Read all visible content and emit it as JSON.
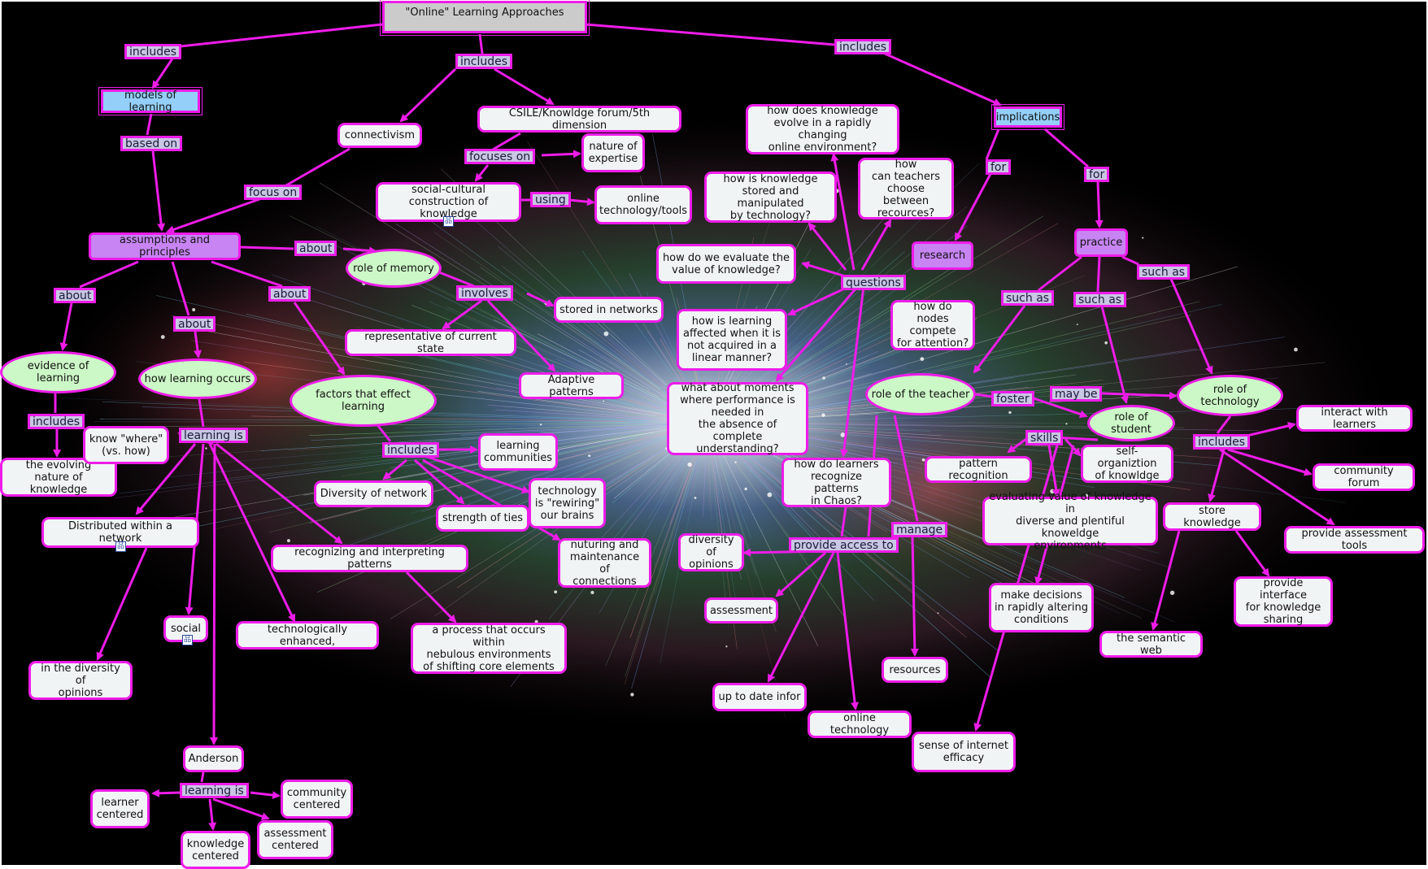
{
  "title": "\"Online\" Learning Approaches",
  "colors": {
    "accent": "#ee1ce9",
    "concept": "#f1f4f5",
    "ellipse": "#ccf7c6",
    "purple": "#c784f2",
    "blue": "#93cff8",
    "link_label": "#c9c7e3"
  },
  "icon_names": [
    "hierarchy-icon"
  ],
  "links": {
    "includes": "includes",
    "based_on": "based on",
    "focus_on": "focus on",
    "focuses_on": "focuses on",
    "using": "using",
    "about": "about",
    "involves": "involves",
    "learning_is": "learning is",
    "questions": "questions",
    "for": "for",
    "such_as": "such as",
    "foster": "foster",
    "may_be": "may be",
    "skills": "skills",
    "manage": "manage",
    "provide_access_to": "provide access to"
  },
  "nodes": {
    "models_of_learning": "models of learning",
    "connectivism": "connectivism",
    "csile": "CSILE/Knowldge forum/5th dimension",
    "nature_of_expertise": "nature of\nexpertise",
    "social_cultural": "social-cultural\nconstruction of knowledge",
    "online_tech_tools": "online\ntechnology/tools",
    "assumptions": "assumptions and principles",
    "role_of_memory": "role of memory",
    "stored_in_networks": "stored in networks",
    "representative": "representative of current state",
    "adaptive_patterns": "Adaptive patterns",
    "evidence_of_learning": "evidence of learning",
    "how_learning_occurs": "how learning occurs",
    "factors": "factors that effect learning",
    "evolving_nature": "the evolving\nnature of knowledge",
    "know_where": "know \"where\"\n(vs. how)",
    "learning_communities": "learning\ncommunities",
    "diversity_of_network": "Diversity of network",
    "technology_rewiring": "technology\nis \"rewiring\"\nour brains",
    "strength_of_ties": "strength of ties",
    "nurturing": "nuturing and\nmaintenance of\nconnections",
    "distributed": "Distributed within a network",
    "recognizing_patterns": "recognizing and interpreting patterns",
    "social": "social",
    "tech_enhanced": "technologically enhanced,",
    "process_occurs": "a process that occurs within\nnebulous environments\nof shifting core elements",
    "diversity_of_opinions_left": "in the diversity of\nopinions",
    "anderson": "Anderson",
    "learner_centered": "learner\ncentered",
    "community_centered": "community\ncentered",
    "assessment_centered": "assessment\ncentered",
    "knowledge_centered": "knowledge\ncentered",
    "q_evolve": "how does knowledge\nevolve in a rapidly changing\nonline environment?",
    "q_teachers_choose": "how\ncan teachers\nchoose between\nrecources?",
    "q_stored_manipulated": "how is knowledge\nstored and manipulated\nby technology?",
    "q_evaluate_value": "how do we evaluate the\nvalue of knowledge?",
    "q_learning_affected": "how is learning\naffected when it is\nnot acquired in a\nlinear manner?",
    "q_nodes_compete": "how do nodes\ncompete\nfor attention?",
    "q_moments": "what about moments\nwhere performance is\nneeded in\nthe absence of\ncomplete understanding?",
    "q_recognize_chaos": "how do learners\nrecognize patterns\nin Chaos?",
    "implications": "implications",
    "research": "research",
    "practice": "practice",
    "role_of_teacher": "role of the teacher",
    "role_of_student": "role of student",
    "role_of_technology": "role of technology",
    "interact_with_learners": "interact with learners",
    "pattern_recognition": "pattern recognition",
    "self_organization": "self-organiztion\nof knowldge",
    "community_forum": "community forum",
    "evaluating_value": "evaluating value of knowledge in\ndiverse and plentiful knoweldge\nenvironments",
    "store_knowledge": "store knowledge",
    "provide_assessment_tools": "provide assessment tools",
    "diversity_of_opinions_right": "diversity\nof opinions",
    "assessment": "assessment",
    "make_decisions": "make decisions\nin rapidly altering\nconditions",
    "provide_interface": "provide interface\nfor knowledge\nsharing",
    "semantic_web": "the semantic web",
    "resources": "resources",
    "up_to_date": "up to date infor",
    "online_technology": "online technology",
    "sense_of_efficacy": "sense of internet\nefficacy"
  }
}
